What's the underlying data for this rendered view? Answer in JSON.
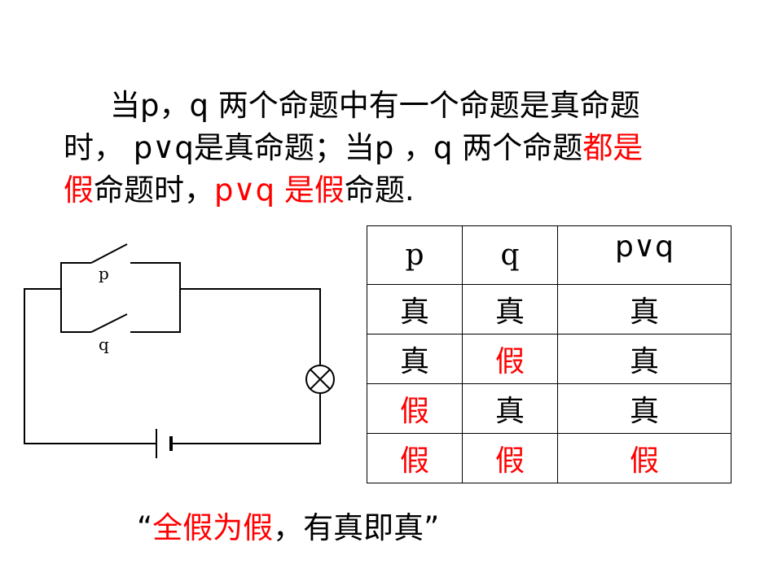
{
  "paragraph": {
    "line1": "当p，q 两个命题中有一个命题是真命题",
    "line2_a": "时， p∨q是真命题；当p ，q 两个命题",
    "line2_b": "都是",
    "line3_a": "假",
    "line3_b": "命题时，",
    "line3_c": "p∨q 是假",
    "line3_d": "命题."
  },
  "circuit": {
    "switch_p_label": "p",
    "switch_q_label": "q"
  },
  "truth_table": {
    "headers": [
      "p",
      "q",
      "p∨q"
    ],
    "rows": [
      [
        {
          "text": "真",
          "color": "#000000"
        },
        {
          "text": "真",
          "color": "#000000"
        },
        {
          "text": "真",
          "color": "#000000"
        }
      ],
      [
        {
          "text": "真",
          "color": "#000000"
        },
        {
          "text": "假",
          "color": "#ff0000"
        },
        {
          "text": "真",
          "color": "#000000"
        }
      ],
      [
        {
          "text": "假",
          "color": "#ff0000"
        },
        {
          "text": "真",
          "color": "#000000"
        },
        {
          "text": "真",
          "color": "#000000"
        }
      ],
      [
        {
          "text": "假",
          "color": "#ff0000"
        },
        {
          "text": "假",
          "color": "#ff0000"
        },
        {
          "text": "假",
          "color": "#ff0000"
        }
      ]
    ]
  },
  "motto": {
    "open_quote": "“",
    "red_part": "全假为假",
    "black_part": "，有真即真",
    "close_quote": "”"
  },
  "colors": {
    "accent": "#ff0000",
    "text": "#000000"
  }
}
